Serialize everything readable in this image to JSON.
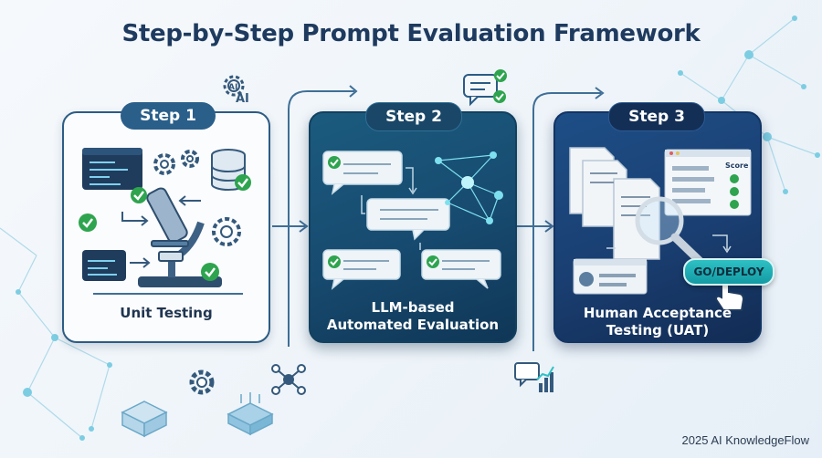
{
  "title": "Step-by-Step Prompt Evaluation Framework",
  "steps": [
    {
      "badge": "Step 1",
      "label": "Unit Testing"
    },
    {
      "badge": "Step 2",
      "label_line1": "LLM-based",
      "label_line2": "Automated Evaluation"
    },
    {
      "badge": "Step 3",
      "label_line1": "Human Acceptance",
      "label_line2": "Testing (UAT)"
    }
  ],
  "score_label": "Score",
  "ai_badge_text": "AI",
  "go_deploy": "GO/DEPLOY",
  "footer": "2025 AI KnowledgeFlow",
  "colors": {
    "navy": "#1e3a5f",
    "teal": "#2ec1c4",
    "check_green": "#2ea44f"
  }
}
